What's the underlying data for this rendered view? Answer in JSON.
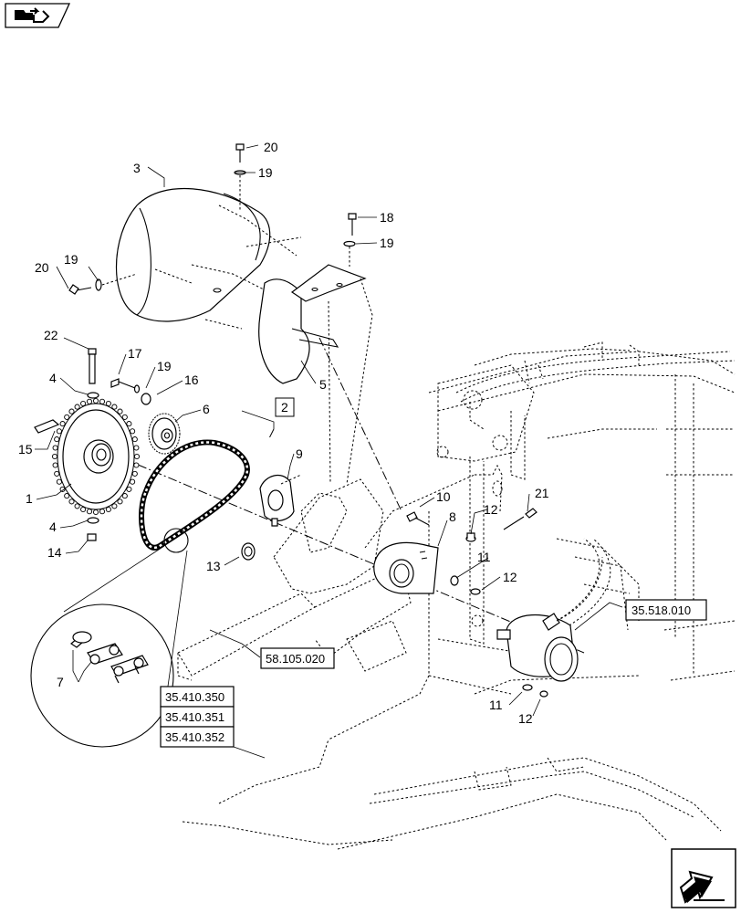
{
  "nav": {
    "top_icon": "folder-forward-icon",
    "bottom_icon": "next-page-arrow-icon"
  },
  "callouts": {
    "c1": "1",
    "c2": "2",
    "c3": "3",
    "c4a": "4",
    "c4b": "4",
    "c5": "5",
    "c6": "6",
    "c7": "7",
    "c8": "8",
    "c9": "9",
    "c10": "10",
    "c11a": "11",
    "c11b": "11",
    "c12a": "12",
    "c12b": "12",
    "c12c": "12",
    "c13": "13",
    "c14": "14",
    "c15": "15",
    "c16": "16",
    "c17": "17",
    "c18": "18",
    "c19a": "19",
    "c19b": "19",
    "c19c": "19",
    "c19d": "19",
    "c20a": "20",
    "c20b": "20",
    "c21": "21",
    "c22": "22"
  },
  "refs": {
    "r1": "35.518.010",
    "r2": "58.105.020",
    "r3": "35.410.350",
    "r4": "35.410.351",
    "r5": "35.410.352"
  }
}
